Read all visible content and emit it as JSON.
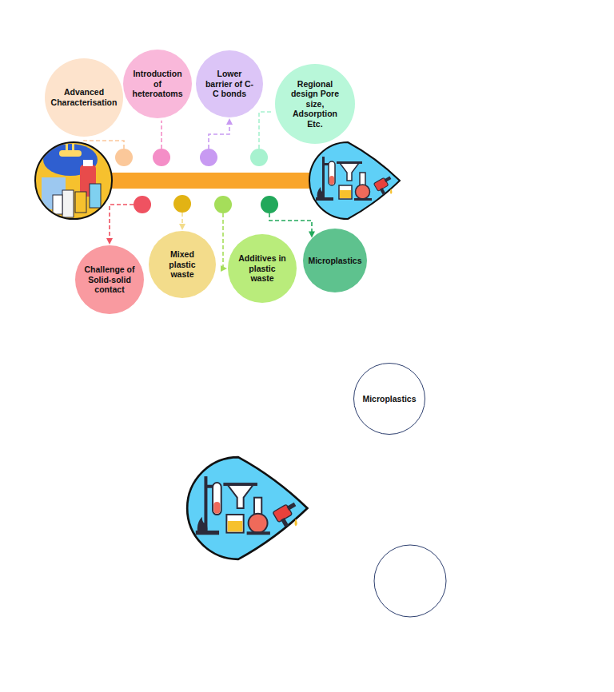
{
  "diagram": {
    "nodes": [
      {
        "text": [
          "Advanced Characterisation"
        ]
      },
      {
        "text": [
          "Introduction of heteroatoms"
        ]
      },
      {
        "text": [
          "Lower barrier of C-C bonds"
        ]
      },
      {
        "text": [
          "Regional design Pore size, Adsorption Etc."
        ]
      },
      {
        "text": [
          "Challenge of Solid-solid contact"
        ]
      },
      {
        "text": [
          "Mixed plastic waste"
        ]
      },
      {
        "text": [
          "Additives in plastic waste"
        ]
      },
      {
        "text": [
          "Microplastics"
        ]
      },
      {
        "text": [
          "Microplastics"
        ]
      }
    ]
  }
}
